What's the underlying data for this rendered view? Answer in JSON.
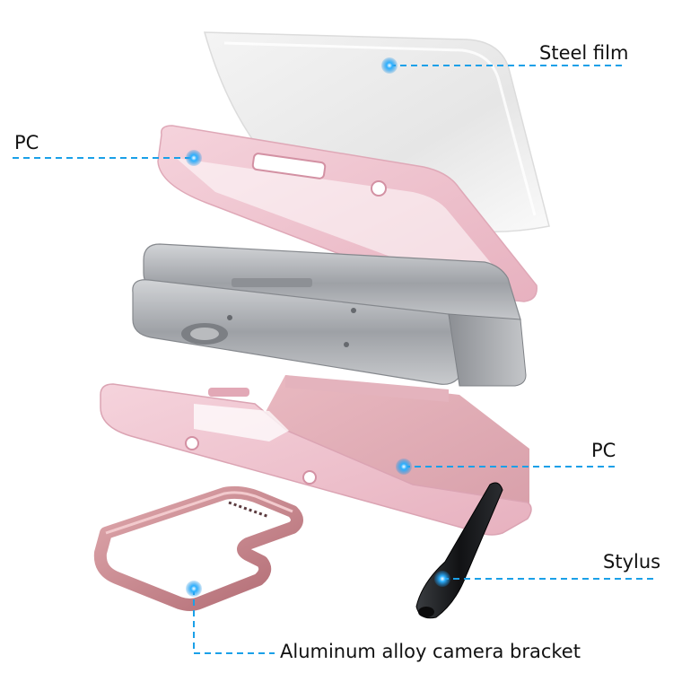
{
  "colors": {
    "callout": "#1aa0e8",
    "text": "#111111",
    "case_pink": "#efc4cf",
    "case_pink_dark": "#d79aab",
    "bracket": "#c47f86",
    "phone_silver": "#a9acb0",
    "stylus": "#1d1f22"
  },
  "callouts": [
    {
      "id": "steel-film",
      "label": "Steel film"
    },
    {
      "id": "pc-top",
      "label": "PC"
    },
    {
      "id": "pc-bottom",
      "label": "PC"
    },
    {
      "id": "stylus",
      "label": "Stylus"
    },
    {
      "id": "camera-bracket",
      "label": "Aluminum alloy camera bracket"
    }
  ]
}
